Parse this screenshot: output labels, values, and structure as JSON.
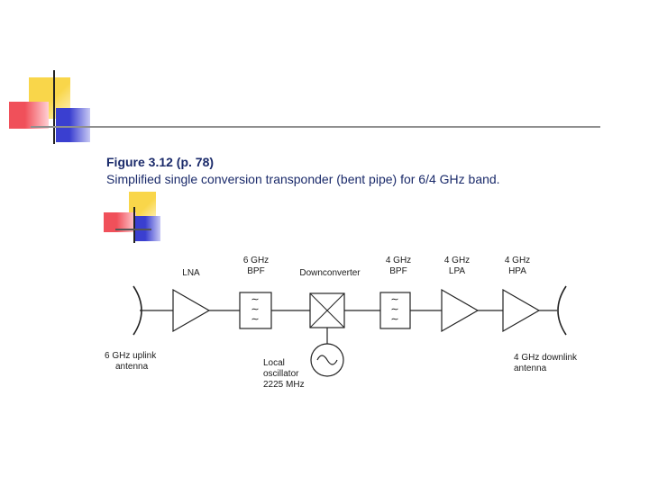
{
  "figure": {
    "title": "Figure 3.12  (p. 78)",
    "caption": "Simplified single conversion transponder (bent pipe) for 6/4 GHz band."
  },
  "blocks": {
    "lna": "LNA",
    "bpf6_line1": "6 GHz",
    "bpf6_line2": "BPF",
    "downconverter": "Downconverter",
    "bpf4_line1": "4 GHz",
    "bpf4_line2": "BPF",
    "lpa_line1": "4 GHz",
    "lpa_line2": "LPA",
    "hpa_line1": "4 GHz",
    "hpa_line2": "HPA"
  },
  "antennas": {
    "uplink_line1": "6 GHz uplink",
    "uplink_line2": "antenna",
    "downlink_line1": "4 GHz downlink",
    "downlink_line2": "antenna"
  },
  "oscillator": {
    "line1": "Local",
    "line2": "oscillator",
    "line3": "2225 MHz"
  },
  "colors": {
    "yellow": "#f9d64a",
    "red": "#f0505a",
    "blue": "#3a3fd0",
    "rule": "#8f8f8f",
    "text_dark_blue": "#1a2a6a"
  }
}
